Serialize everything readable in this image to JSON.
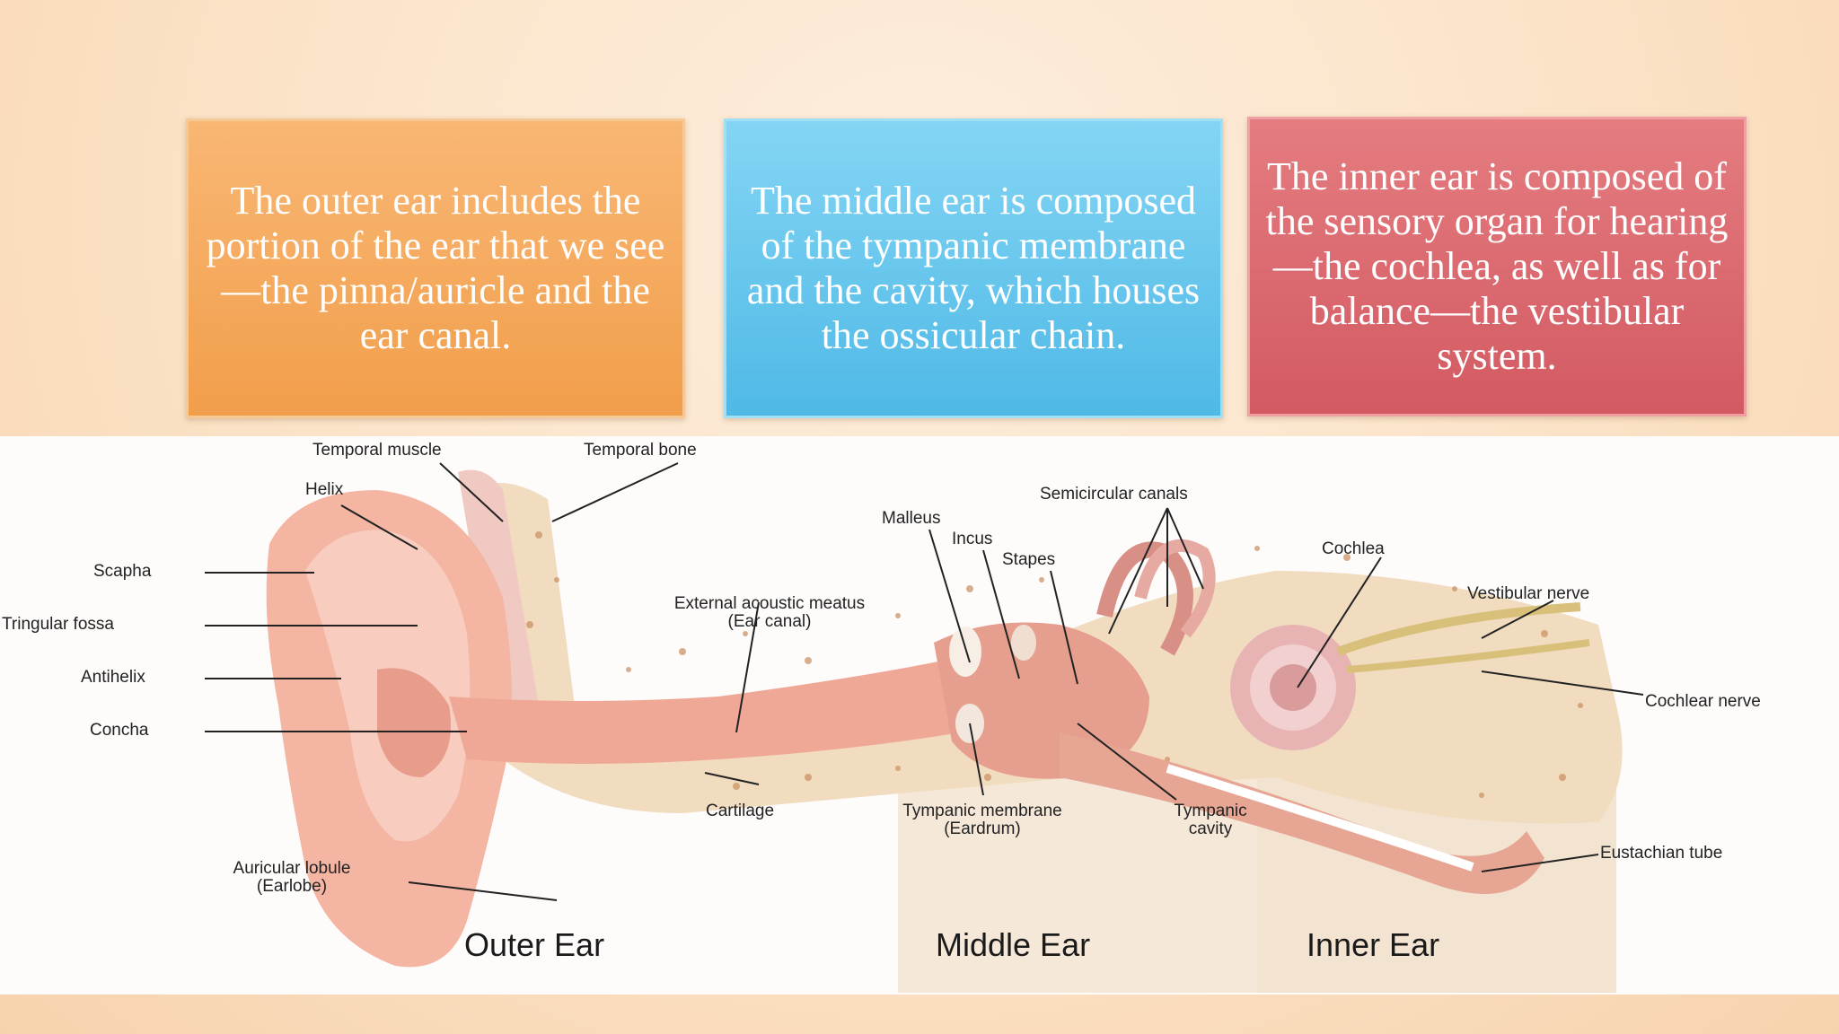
{
  "boxes": {
    "outer": "The outer ear includes the portion of the ear that we see—the pinna/auricle and the ear canal.",
    "middle": "The middle ear is composed of the tympanic membrane and the cavity, which houses the ossicular chain.",
    "inner": "The inner ear is composed of the sensory organ for hearing—the cochlea, as well as for balance—the vestibular system."
  },
  "labels": {
    "temporal_muscle": "Temporal muscle",
    "temporal_bone": "Temporal bone",
    "helix": "Helix",
    "scapha": "Scapha",
    "triangular_fossa": "Tringular fossa",
    "antihelix": "Antihelix",
    "concha": "Concha",
    "meatus_1": "External acoustic meatus",
    "meatus_2": "(Ear canal)",
    "malleus": "Malleus",
    "incus": "Incus",
    "stapes": "Stapes",
    "semicircular": "Semicircular canals",
    "cochlea": "Cochlea",
    "vestibular_nerve": "Vestibular nerve",
    "cochlear_nerve": "Cochlear nerve",
    "cartilage": "Cartilage",
    "tympanic_membrane_1": "Tympanic membrane",
    "tympanic_membrane_2": "(Eardrum)",
    "tympanic_cavity_1": "Tympanic",
    "tympanic_cavity_2": "cavity",
    "lobule_1": "Auricular lobule",
    "lobule_2": "(Earlobe)",
    "eustachian": "Eustachian tube"
  },
  "sections": {
    "outer": "Outer Ear",
    "middle": "Middle Ear",
    "inner": "Inner Ear"
  }
}
